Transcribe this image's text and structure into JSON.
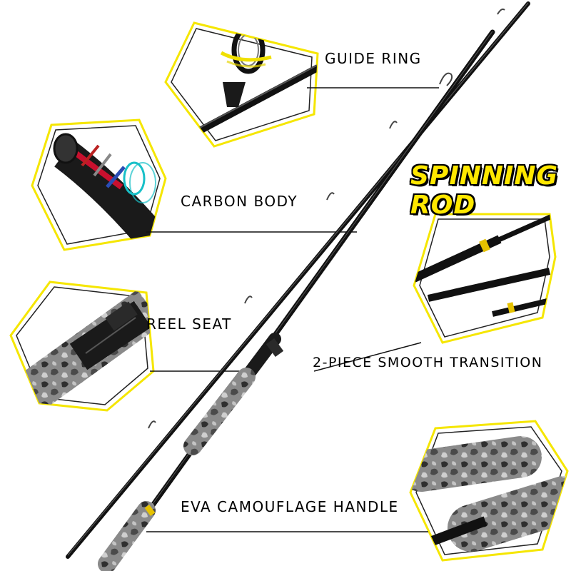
{
  "title": "SPINNING ROD",
  "labels": {
    "guide_ring": "GUIDE RING",
    "carbon_body": "CARBON BODY",
    "reel_seat": "REEL SEAT",
    "transition": "2-PIECE SMOOTH TRANSITION",
    "handle": "EVA CAMOUFLAGE HANDLE"
  },
  "colors": {
    "frame_outline": "#f5e600",
    "title_fill": "#ffe800",
    "rod": "#111111",
    "camo_light": "#9a9a9a",
    "camo_dark": "#2f2f2f"
  }
}
